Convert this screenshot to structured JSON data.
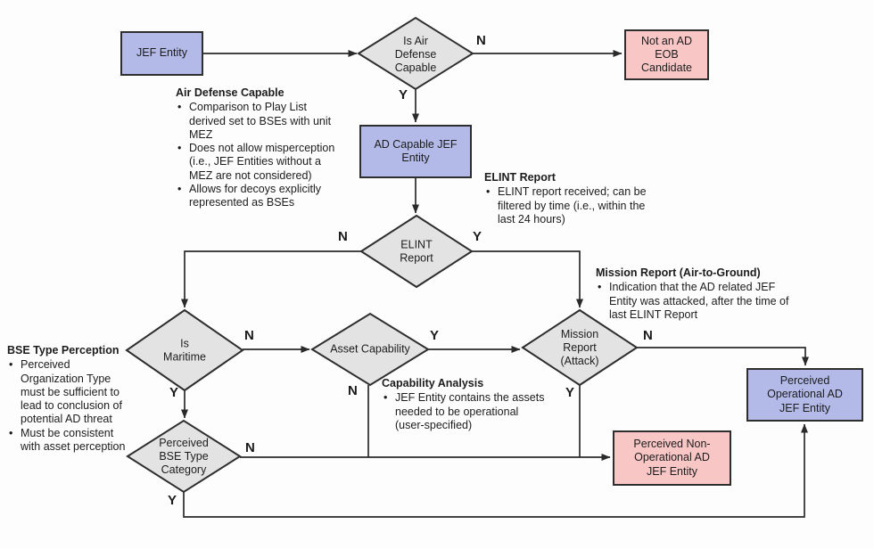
{
  "colors": {
    "process_box_blue": "#b3bae8",
    "terminal_box_pink": "#f9c6c6",
    "decision_diamond_gray": "#e3e3e3",
    "line_dark": "#2a2a2a"
  },
  "nodes": {
    "jef_entity": {
      "label": "JEF Entity"
    },
    "is_ad_capable": {
      "label": "Is Air\nDefense\nCapable"
    },
    "not_ad_eob": {
      "label": "Not an AD\nEOB\nCandidate"
    },
    "ad_capable_jef": {
      "label": "AD Capable JEF\nEntity"
    },
    "elint_report": {
      "label": "ELINT\nReport"
    },
    "is_maritime": {
      "label": "Is\nMaritime"
    },
    "asset_capability": {
      "label": "Asset Capability"
    },
    "mission_report": {
      "label": "Mission\nReport\n(Attack)"
    },
    "perceived_bse_type": {
      "label": "Perceived\nBSE Type\nCategory"
    },
    "perceived_operational": {
      "label": "Perceived\nOperational AD\nJEF Entity"
    },
    "perceived_non_operational": {
      "label": "Perceived Non-\nOperational AD\nJEF Entity"
    }
  },
  "edge_labels": {
    "is_ad_capable_no": "N",
    "is_ad_capable_yes": "Y",
    "elint_no": "N",
    "elint_yes": "Y",
    "maritime_no": "N",
    "maritime_yes": "Y",
    "asset_yes": "Y",
    "asset_no": "N",
    "mission_no": "N",
    "mission_yes": "Y",
    "bse_no": "N",
    "bse_yes": "Y"
  },
  "annotations": {
    "air_defense_capable": {
      "title": "Air Defense Capable",
      "bullets": [
        "Comparison to Play List\nderived set to BSEs with unit\nMEZ",
        "Does not allow misperception\n(i.e., JEF Entities without a\nMEZ are not considered)",
        "Allows for decoys explicitly\nrepresented as BSEs"
      ]
    },
    "elint_report": {
      "title": "ELINT Report",
      "bullets": [
        "ELINT report received; can be\nfiltered by time (i.e., within the\nlast 24 hours)"
      ]
    },
    "mission_report": {
      "title": "Mission Report (Air-to-Ground)",
      "bullets": [
        "Indication that the AD related JEF\nEntity was attacked, after the time of\nlast ELINT Report"
      ]
    },
    "bse_type_perception": {
      "title": "BSE Type Perception",
      "bullets": [
        "Perceived\nOrganization Type\nmust be sufficient to\nlead to conclusion of\npotential AD threat",
        "Must be consistent\nwith asset perception"
      ]
    },
    "capability_analysis": {
      "title": "Capability Analysis",
      "bullets": [
        "JEF Entity contains the assets\nneeded to be operational\n(user-specified)"
      ]
    }
  }
}
